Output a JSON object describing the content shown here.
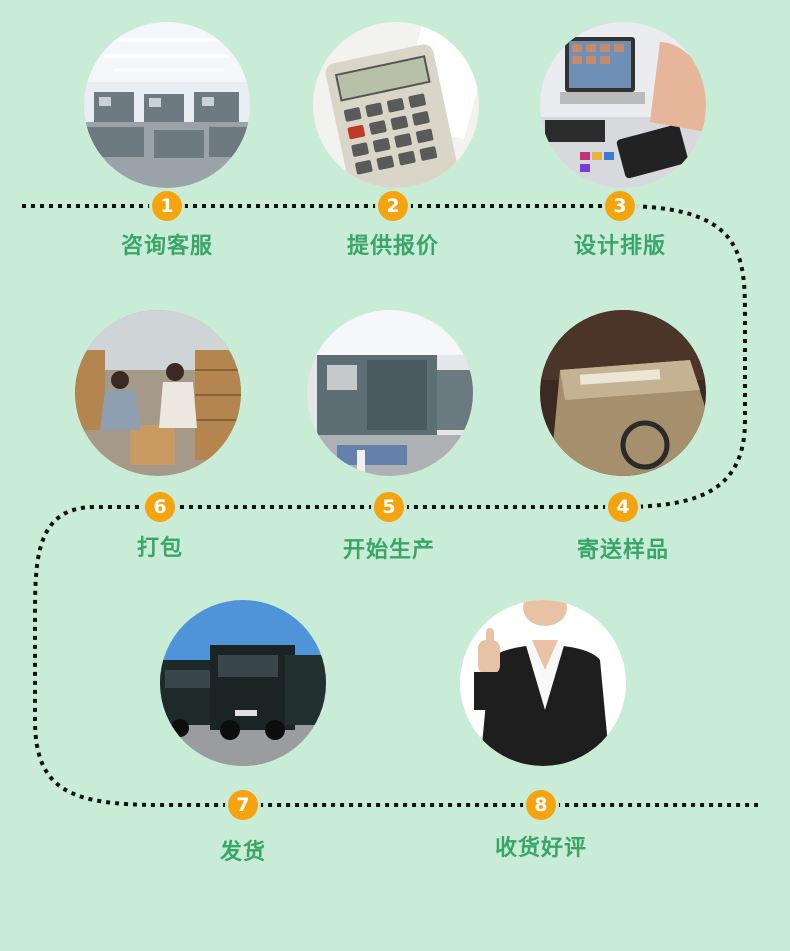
{
  "theme": {
    "background": "#c9ecd6",
    "accent": "#f5a30f",
    "label_color": "#3aa56a",
    "path_color": "#111111"
  },
  "steps": [
    {
      "number": "1",
      "label": "咨询客服",
      "image": "office-room"
    },
    {
      "number": "2",
      "label": "提供报价",
      "image": "calculator"
    },
    {
      "number": "3",
      "label": "设计排版",
      "image": "designer-workstation"
    },
    {
      "number": "4",
      "label": "寄送样品",
      "image": "sample-box"
    },
    {
      "number": "5",
      "label": "开始生产",
      "image": "printing-press"
    },
    {
      "number": "6",
      "label": "打包",
      "image": "packing-workers"
    },
    {
      "number": "7",
      "label": "发货",
      "image": "delivery-trucks"
    },
    {
      "number": "8",
      "label": "收货好评",
      "image": "thumbs-up-woman"
    }
  ]
}
